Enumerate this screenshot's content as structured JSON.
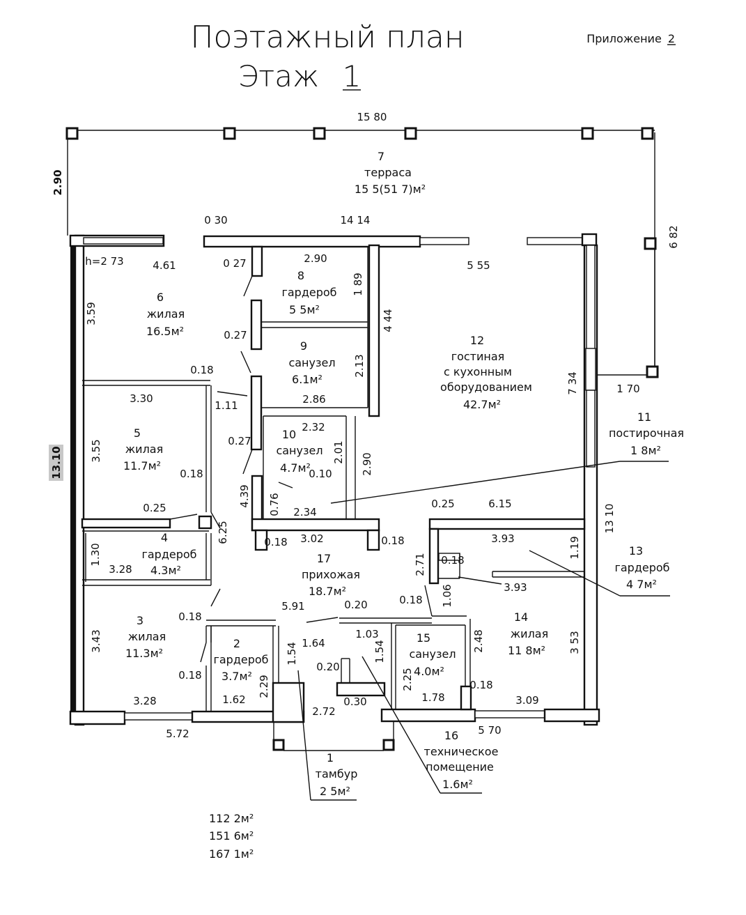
{
  "header": {
    "title": "Поэтажный план",
    "floor": "Этаж",
    "floor_number": "1",
    "appendix_label": "Приложение",
    "appendix_number": "2"
  },
  "ceiling_height": "h=2 73",
  "rooms": [
    {
      "n": "1",
      "name": "тамбур",
      "area": "2 5м²"
    },
    {
      "n": "2",
      "name": "гардероб",
      "area": "3.7м²"
    },
    {
      "n": "3",
      "name": "жилая",
      "area": "11.3м²"
    },
    {
      "n": "4",
      "name": "гардероб",
      "area": "4.3м²"
    },
    {
      "n": "5",
      "name": "жилая",
      "area": "11.7м²"
    },
    {
      "n": "6",
      "name": "жилая",
      "area": "16.5м²"
    },
    {
      "n": "7",
      "name": "терраса",
      "area": "15 5(51 7)м²"
    },
    {
      "n": "8",
      "name": "гардероб",
      "area": "5 5м²"
    },
    {
      "n": "9",
      "name": "санузел",
      "area": "6.1м²"
    },
    {
      "n": "10",
      "name": "санузел",
      "area": "4.7м²"
    },
    {
      "n": "11",
      "name": "постирочная",
      "area": "1 8м²"
    },
    {
      "n": "12",
      "name": "гостиная",
      "name2": "с кухонным",
      "name3": "оборудованием",
      "area": "42.7м²"
    },
    {
      "n": "13",
      "name": "гардероб",
      "area": "4 7м²"
    },
    {
      "n": "14",
      "name": "жилая",
      "area": "11 8м²"
    },
    {
      "n": "15",
      "name": "санузел",
      "area": "4.0м²"
    },
    {
      "n": "16",
      "name": "техническое",
      "name2": "помещение",
      "area": "1.6м²"
    },
    {
      "n": "17",
      "name": "прихожая",
      "area": "18.7м²"
    }
  ],
  "dims": {
    "d1580": "15 80",
    "d290v": "2.90",
    "d682": "6 82",
    "d030a": "0 30",
    "d1414": "14 14",
    "d461": "4.61",
    "d555": "5 55",
    "d027a": "0 27",
    "d290a": "2.90",
    "d189": "1 89",
    "d027b": "0.27",
    "d444": "4 44",
    "d359": "3.59",
    "d213": "2.13",
    "d018a": "0.18",
    "d111": "1.11",
    "d286": "2.86",
    "d330": "3.30",
    "d734": "7 34",
    "d170": "1 70",
    "d232": "2.32",
    "d201": "2.01",
    "d027c": "0.27",
    "d355": "3.55",
    "d1310l": "13.10",
    "d018b": "0.18",
    "d010": "0.10",
    "d290b": "2.90",
    "d439": "4.39",
    "d076": "0.76",
    "d234": "2.34",
    "d025a": "0.25",
    "d615": "6.15",
    "d025b": "0.25",
    "d625": "6.25",
    "d1310r": "13 10",
    "d393a": "3.93",
    "d119": "1.19",
    "d302": "3.02",
    "d018c": "0.18",
    "d018d": "0.18",
    "d130": "1.30",
    "d271": "2.71",
    "d018e": "0.18",
    "d328a": "3.28",
    "d393b": "3.93",
    "d106": "1.06",
    "d591": "5.91",
    "d020a": "0.20",
    "d018f": "0.18",
    "d018g": "0.18",
    "d164": "1.64",
    "d103": "1.03",
    "d343": "3.43",
    "d154a": "1.54",
    "d154b": "1.54",
    "d248": "2.48",
    "d353": "3 53",
    "d020b": "0.20",
    "d225": "2.25",
    "d018h": "0.18",
    "d018i": "0.18",
    "d229": "2.29",
    "d162": "1.62",
    "d178": "1.78",
    "d328b": "3.28",
    "d272": "2.72",
    "d030b": "0.30",
    "d309": "3.09",
    "d572": "5.72",
    "d570": "5 70"
  },
  "totals": [
    "112 2м²",
    "151 6м²",
    "167 1м²"
  ]
}
